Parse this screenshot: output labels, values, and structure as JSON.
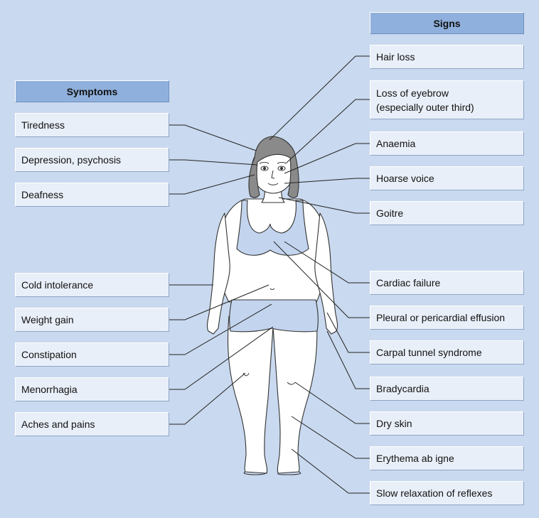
{
  "symptoms": {
    "title": "Symptoms",
    "items": [
      "Tiredness",
      "Depression, psychosis",
      "Deafness",
      "Cold intolerance",
      "Weight gain",
      "Constipation",
      "Menorrhagia",
      "Aches and pains"
    ]
  },
  "signs": {
    "title": "Signs",
    "items": [
      "Hair loss",
      "Loss of eyebrow\n(especially outer third)",
      "Anaemia",
      "Hoarse voice",
      "Goitre",
      "Cardiac failure",
      "Pleural or pericardial effusion",
      "Carpal tunnel syndrome",
      "Bradycardia",
      "Dry skin",
      "Erythema ab igne",
      "Slow relaxation of reflexes"
    ]
  },
  "colors": {
    "background": "#c9d9ef",
    "header": "#8fb0dc",
    "box": "#e9eff8",
    "body_fill": "#ffffff",
    "hair": "#8a8a8a",
    "garment": "#c3d4ee"
  }
}
